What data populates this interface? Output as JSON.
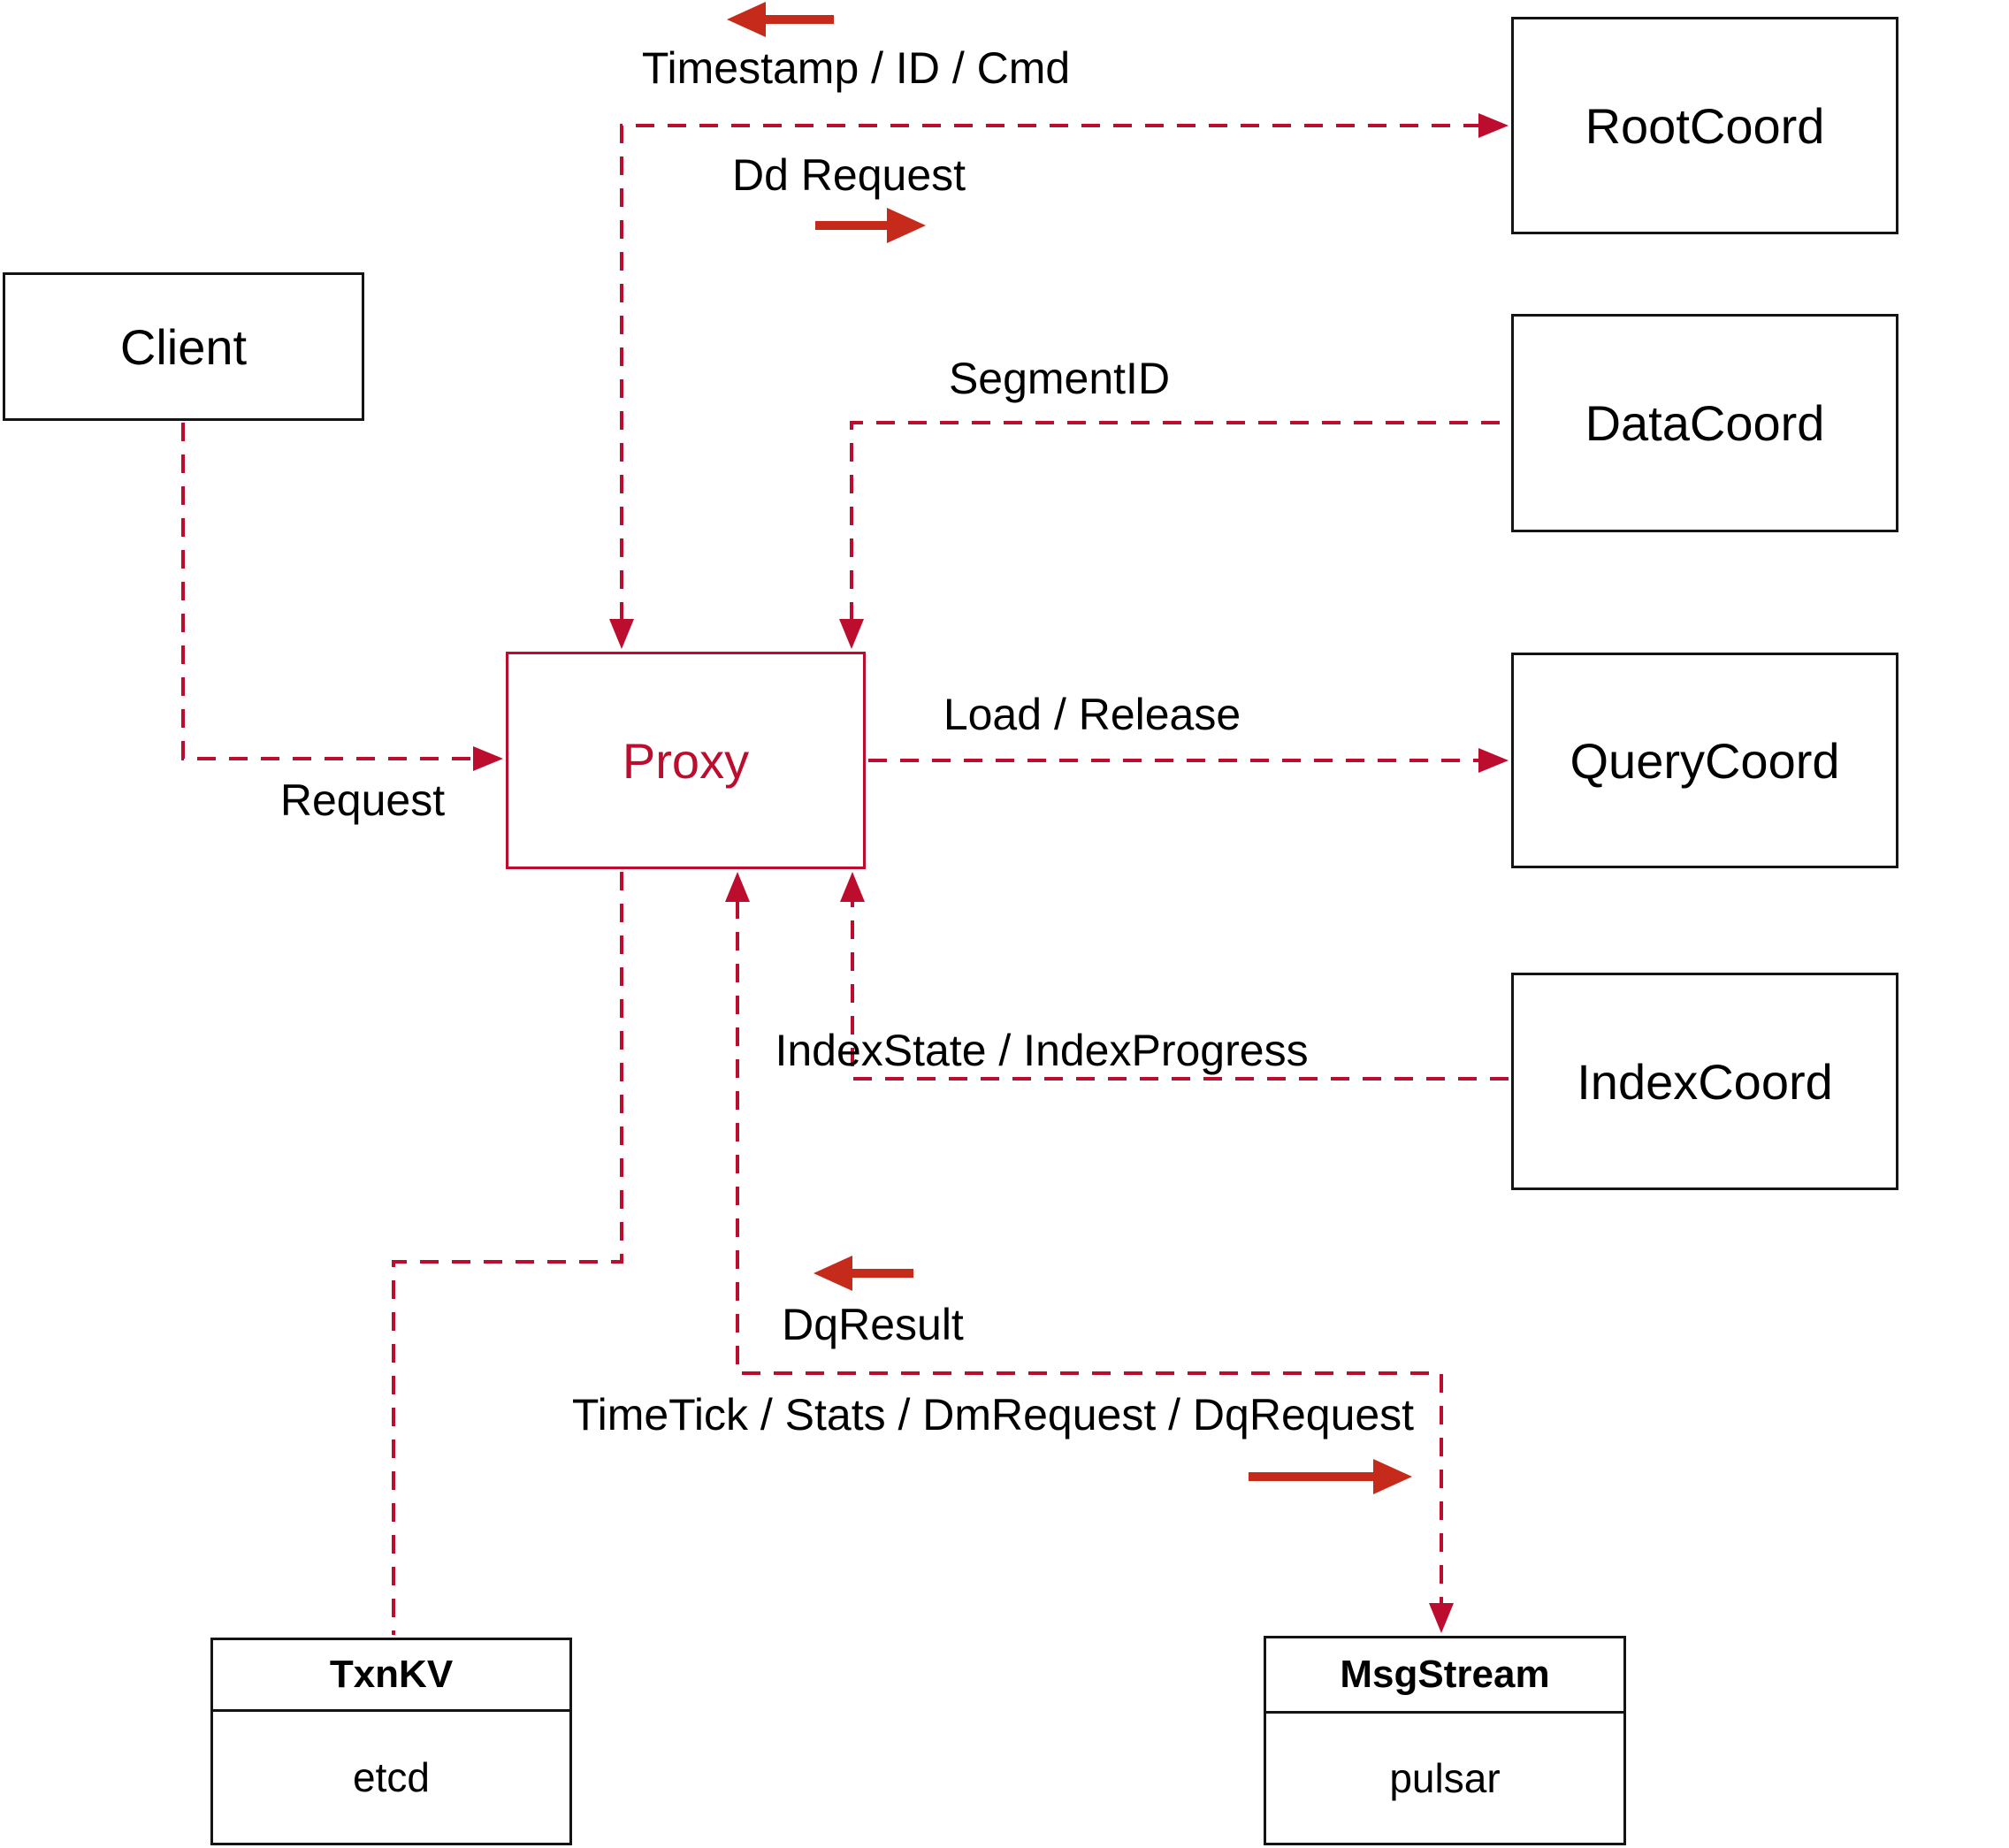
{
  "diagram": {
    "colors": {
      "dashed_line_red": "#bd0d2e",
      "solid_arrow_red": "#c62a1b",
      "box_border_black": "#141414",
      "proxy_red": "#bd0d2e",
      "background": "#ffffff",
      "text": "#000000"
    },
    "nodes": [
      {
        "id": "client",
        "label": "Client"
      },
      {
        "id": "proxy",
        "label": "Proxy"
      },
      {
        "id": "rootcoord",
        "label": "RootCoord"
      },
      {
        "id": "datacoord",
        "label": "DataCoord"
      },
      {
        "id": "querycoord",
        "label": "QueryCoord"
      },
      {
        "id": "indexcoord",
        "label": "IndexCoord"
      },
      {
        "id": "txnkv",
        "title": "TxnKV",
        "body": "etcd"
      },
      {
        "id": "msgstream",
        "title": "MsgStream",
        "body": "pulsar"
      }
    ],
    "edge_labels": [
      {
        "id": "timestamp",
        "text": "Timestamp / ID / Cmd"
      },
      {
        "id": "dd_request",
        "text": "Dd Request"
      },
      {
        "id": "segment_id",
        "text": "SegmentID"
      },
      {
        "id": "load_release",
        "text": "Load / Release"
      },
      {
        "id": "index_state",
        "text": "IndexState / IndexProgress"
      },
      {
        "id": "request",
        "text": "Request"
      },
      {
        "id": "dq_result",
        "text": "DqResult"
      },
      {
        "id": "time_tick",
        "text": "TimeTick / Stats / DmRequest / DqRequest"
      }
    ]
  }
}
